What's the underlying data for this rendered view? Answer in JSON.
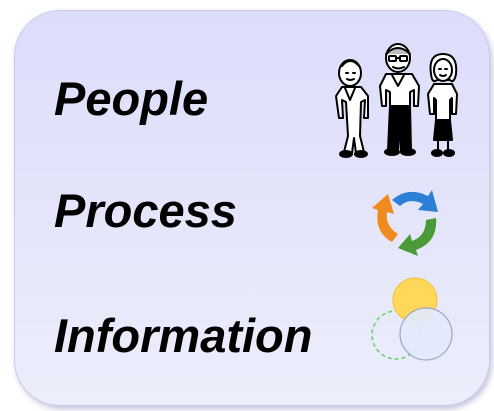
{
  "rows": [
    {
      "label": "People",
      "icon": "people-group-icon"
    },
    {
      "label": "Process",
      "icon": "cycle-arrows-icon"
    },
    {
      "label": "Information",
      "icon": "overlapping-circles-icon"
    }
  ],
  "colors": {
    "card_fill": "#dcddfb",
    "arrow_blue": "#2b7fd6",
    "arrow_green": "#4a9a3a",
    "arrow_orange": "#f08a1f",
    "circle_yellow": "#ffd85a",
    "circle_light_blue": "#e3e9fb",
    "circle_outline_green": "#6fcf6f"
  }
}
